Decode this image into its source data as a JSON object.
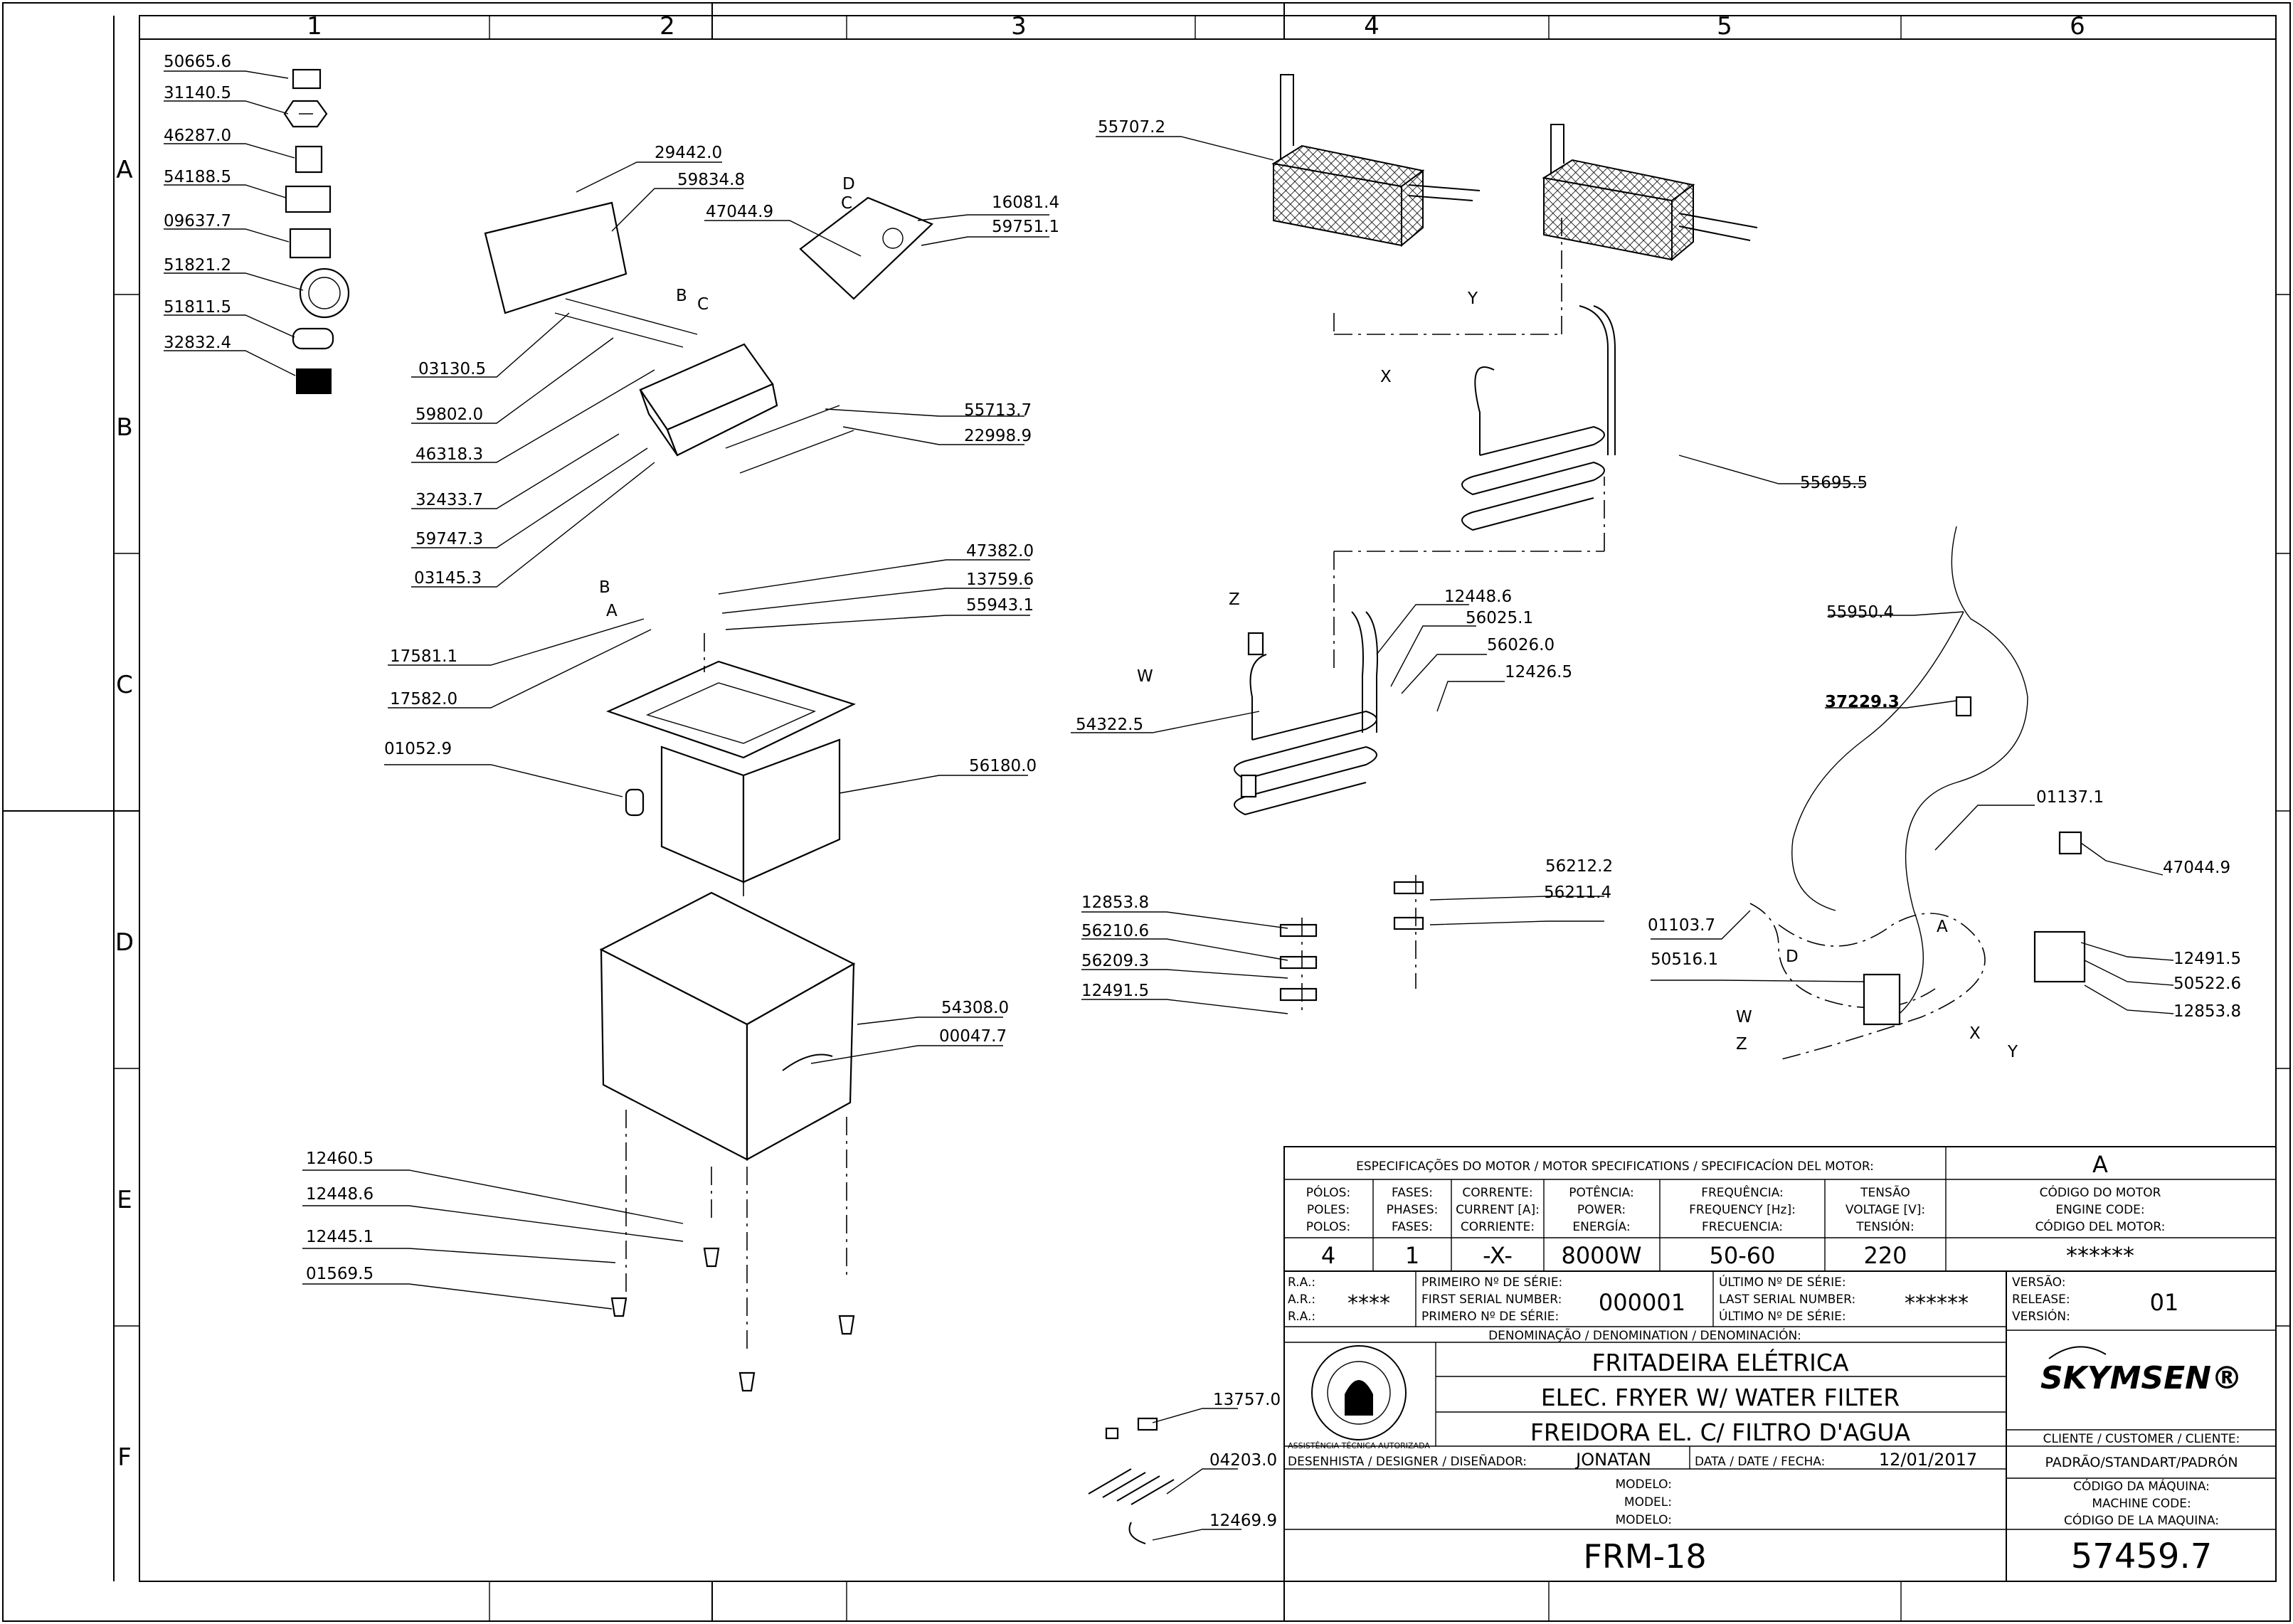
{
  "grid": {
    "columns": [
      "1",
      "2",
      "3",
      "4",
      "5",
      "6"
    ],
    "rows": [
      "A",
      "B",
      "C",
      "D",
      "E",
      "F"
    ]
  },
  "parts": [
    "50665.6",
    "31140.5",
    "46287.0",
    "54188.5",
    "09637.7",
    "51821.2",
    "51811.5",
    "32832.4",
    "29442.0",
    "59834.8",
    "03130.5",
    "59802.0",
    "46318.3",
    "32433.7",
    "59747.3",
    "03145.3",
    "47044.9",
    "16081.4",
    "59751.1",
    "55713.7",
    "22998.9",
    "47382.0",
    "13759.6",
    "55943.1",
    "17581.1",
    "17582.0",
    "01052.9",
    "56180.0",
    "54308.0",
    "00047.7",
    "12460.5",
    "12448.6",
    "12445.1",
    "01569.5",
    "55707.2",
    "55695.5",
    "12448.6",
    "56025.1",
    "56026.0",
    "12426.5",
    "54322.5",
    "56212.2",
    "56211.4",
    "12853.8",
    "56210.6",
    "56209.3",
    "12491.5",
    "55950.4",
    "37229.3",
    "01137.1",
    "47044.9",
    "01103.7",
    "50516.1",
    "12491.5",
    "50522.6",
    "12853.8",
    "13757.0",
    "04203.0",
    "12469.9"
  ],
  "connectors": [
    "A",
    "B",
    "C",
    "D",
    "W",
    "X",
    "Y",
    "Z"
  ],
  "title_block": {
    "motor_spec_title": "ESPECIFICAÇÕES DO MOTOR / MOTOR SPECIFICATIONS / SPECIFICACÍON DEL MOTOR:",
    "revision": "A",
    "headers": {
      "poles": [
        "PÓLOS:",
        "POLES:",
        "POLOS:"
      ],
      "phases": [
        "FASES:",
        "PHASES:",
        "FASES:"
      ],
      "current": [
        "CORRENTE:",
        "CURRENT [A]:",
        "CORRIENTE:"
      ],
      "power": [
        "POTÊNCIA:",
        "POWER:",
        "ENERGÍA:"
      ],
      "frequency": [
        "FREQUÊNCIA:",
        "FREQUENCY [Hz]:",
        "FRECUENCIA:"
      ],
      "voltage": [
        "TENSÃO",
        "VOLTAGE [V]:",
        "TENSIÓN:"
      ],
      "engine": [
        "CÓDIGO DO MOTOR",
        "ENGINE CODE:",
        "CÓDIGO DEL MOTOR:"
      ]
    },
    "values": {
      "poles": "4",
      "phases": "1",
      "current": "-X-",
      "power": "8000W",
      "frequency": "50-60",
      "voltage": "220",
      "engine_code": "******"
    },
    "ra_labels": [
      "R.A.:",
      "A.R.:",
      "R.A.:"
    ],
    "ra_value": "****",
    "first_serial_labels": [
      "PRIMEIRO Nº DE SÉRIE:",
      "FIRST SERIAL NUMBER:",
      "PRIMERO Nº DE SÉRIE:"
    ],
    "first_serial": "000001",
    "last_serial_labels": [
      "ÚLTIMO Nº DE SÉRIE:",
      "LAST SERIAL NUMBER:",
      "ÚLTIMO Nº DE SÉRIE:"
    ],
    "last_serial": "******",
    "version_labels": [
      "VERSÃO:",
      "RELEASE:",
      "VERSIÓN:"
    ],
    "version": "01",
    "denomination_label": "DENOMINAÇÃO / DENOMINATION / DENOMINACIÓN:",
    "names": [
      "FRITADEIRA ELÉTRICA",
      "ELEC. FRYER W/ WATER FILTER",
      "FREIDORA EL. C/ FILTRO D'AGUA"
    ],
    "brand": "SKYMSEN®",
    "seal_text": "ASSISTÊNCIA TÉCNICA AUTORIZADA",
    "customer_label": "CLIENTE / CUSTOMER / CLIENTE:",
    "customer": "PADRÃO/STANDART/PADRÓN",
    "designer_label": "DESENHISTA / DESIGNER / DISEÑADOR:",
    "designer": "JONATAN",
    "date_label": "DATA / DATE / FECHA:",
    "date": "12/01/2017",
    "model_labels": [
      "MODELO:",
      "MODEL:",
      "MODELO:"
    ],
    "model": "FRM-18",
    "machine_code_labels": [
      "CÓDIGO DA MÁQUINA:",
      "MACHINE CODE:",
      "CÓDIGO DE LA MAQUINA:"
    ],
    "machine_code": "57459.7"
  }
}
